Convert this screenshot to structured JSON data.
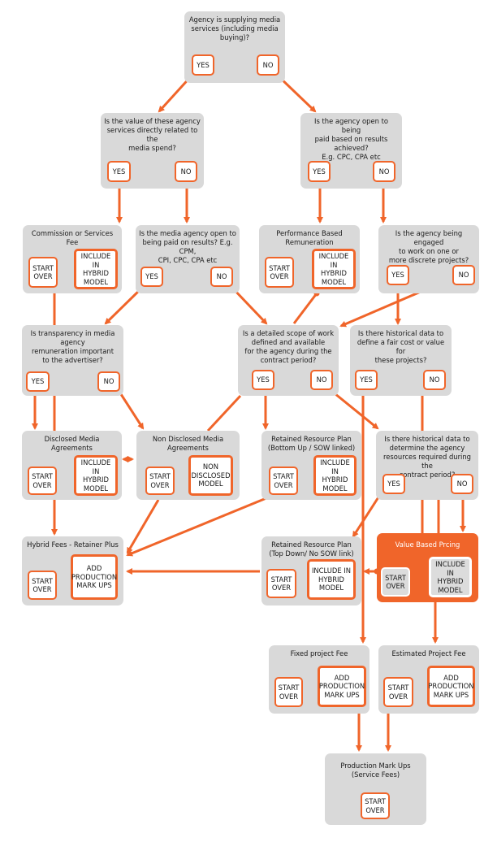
{
  "colors": {
    "accent": "#f0652a",
    "box": "#d9d9d9",
    "text": "#1a1a1a"
  },
  "labels": {
    "yes": "YES",
    "no": "NO",
    "start_over": "START\nOVER",
    "include": "INCLUDE IN\nHYBRID\nMODEL",
    "add_markups": "ADD\nPRODUCTION\nMARK UPS"
  },
  "q1": {
    "title": "Agency is supplying media\nservices (including media buying)?"
  },
  "q2": {
    "title": "Is the value of these agency\nservices directly related to the\nmedia spend?"
  },
  "q3": {
    "title": "Is the agency open to being\npaid based on results achieved?\nE.g. CPC, CPA etc"
  },
  "commission": {
    "title": "Commission or Services Fee"
  },
  "q4": {
    "title": "Is the media agency open to\nbeing paid on results? E.g. CPM,\nCPI, CPC, CPA etc"
  },
  "performance": {
    "title": "Performance Based\nRemuneration"
  },
  "q5": {
    "title": "Is the agency being engaged\nto work on one or\nmore discrete projects?"
  },
  "q6": {
    "title": "Is transparency in media agency\nremuneration important\nto the advertiser?"
  },
  "q7": {
    "title": "Is a detailed scope of work\ndefined and available\nfor the agency during the\ncontract period?"
  },
  "q8": {
    "title": "Is there historical data to\ndefine a fair cost or value for\nthese projects?"
  },
  "disclosed": {
    "title": "Disclosed Media Agreements"
  },
  "nondisclosed": {
    "title": "Non Disclosed Media Agreements",
    "outcome": "NON\nDISCLOSED\nMODEL"
  },
  "retained_bu": {
    "title": "Retained Resource Plan\n(Bottom Up / SOW linked)"
  },
  "q9": {
    "title": "Is there historical data to\ndetermine the agency\nresources required during the\ncontract period?"
  },
  "hybrid": {
    "title": "Hybrid Fees - Retainer Plus"
  },
  "retained_td": {
    "title": "Retained Resource Plan\n(Top Down/ No SOW link)"
  },
  "value": {
    "title": "Value Based Prcing"
  },
  "fixed": {
    "title": "Fixed project Fee"
  },
  "estimated": {
    "title": "Estimated Project Fee"
  },
  "markups": {
    "title": "Production Mark Ups\n(Service Fees)"
  }
}
